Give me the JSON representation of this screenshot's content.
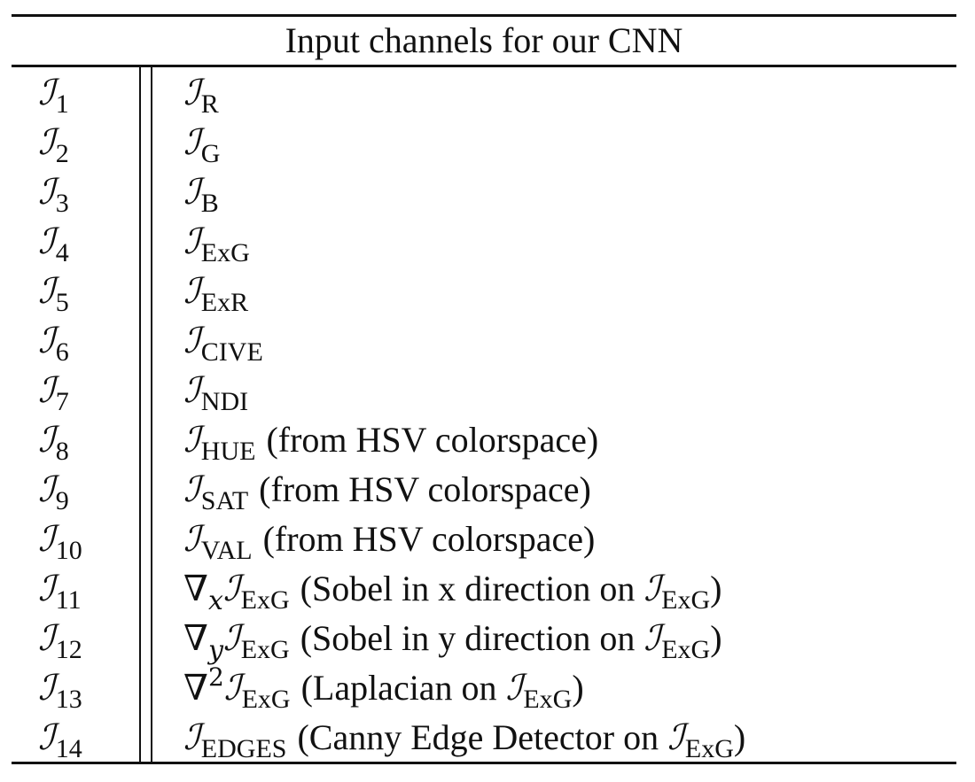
{
  "table": {
    "caption": "Input channels for our CNN",
    "script_symbol": "ℐ",
    "rows": [
      {
        "index_sub": "1",
        "op": "",
        "op_sub": "",
        "op_sup": "",
        "channel_sub": "R",
        "note_prefix": "",
        "note_sub": "",
        "note_suffix": ""
      },
      {
        "index_sub": "2",
        "op": "",
        "op_sub": "",
        "op_sup": "",
        "channel_sub": "G",
        "note_prefix": "",
        "note_sub": "",
        "note_suffix": ""
      },
      {
        "index_sub": "3",
        "op": "",
        "op_sub": "",
        "op_sup": "",
        "channel_sub": "B",
        "note_prefix": "",
        "note_sub": "",
        "note_suffix": ""
      },
      {
        "index_sub": "4",
        "op": "",
        "op_sub": "",
        "op_sup": "",
        "channel_sub": "ExG",
        "note_prefix": "",
        "note_sub": "",
        "note_suffix": ""
      },
      {
        "index_sub": "5",
        "op": "",
        "op_sub": "",
        "op_sup": "",
        "channel_sub": "ExR",
        "note_prefix": "",
        "note_sub": "",
        "note_suffix": ""
      },
      {
        "index_sub": "6",
        "op": "",
        "op_sub": "",
        "op_sup": "",
        "channel_sub": "CIVE",
        "note_prefix": "",
        "note_sub": "",
        "note_suffix": ""
      },
      {
        "index_sub": "7",
        "op": "",
        "op_sub": "",
        "op_sup": "",
        "channel_sub": "NDI",
        "note_prefix": "",
        "note_sub": "",
        "note_suffix": ""
      },
      {
        "index_sub": "8",
        "op": "",
        "op_sub": "",
        "op_sup": "",
        "channel_sub": "HUE",
        "note_prefix": "(from HSV colorspace)",
        "note_sub": "",
        "note_suffix": ""
      },
      {
        "index_sub": "9",
        "op": "",
        "op_sub": "",
        "op_sup": "",
        "channel_sub": "SAT",
        "note_prefix": "(from HSV colorspace)",
        "note_sub": "",
        "note_suffix": ""
      },
      {
        "index_sub": "10",
        "op": "",
        "op_sub": "",
        "op_sup": "",
        "channel_sub": "VAL",
        "note_prefix": "(from HSV colorspace)",
        "note_sub": "",
        "note_suffix": ""
      },
      {
        "index_sub": "11",
        "op": "∇",
        "op_sub": "x",
        "op_sup": "",
        "channel_sub": "ExG",
        "note_prefix": "(Sobel in x direction on",
        "note_sub": "ExG",
        "note_suffix": ")"
      },
      {
        "index_sub": "12",
        "op": "∇",
        "op_sub": "y",
        "op_sup": "",
        "channel_sub": "ExG",
        "note_prefix": "(Sobel in y direction on",
        "note_sub": "ExG",
        "note_suffix": ")"
      },
      {
        "index_sub": "13",
        "op": "∇",
        "op_sub": "",
        "op_sup": "2",
        "channel_sub": "ExG",
        "note_prefix": "(Laplacian on",
        "note_sub": "ExG",
        "note_suffix": ")"
      },
      {
        "index_sub": "14",
        "op": "",
        "op_sub": "",
        "op_sup": "",
        "channel_sub": "EDGES",
        "note_prefix": "(Canny Edge Detector on",
        "note_sub": "ExG",
        "note_suffix": ")"
      }
    ]
  }
}
